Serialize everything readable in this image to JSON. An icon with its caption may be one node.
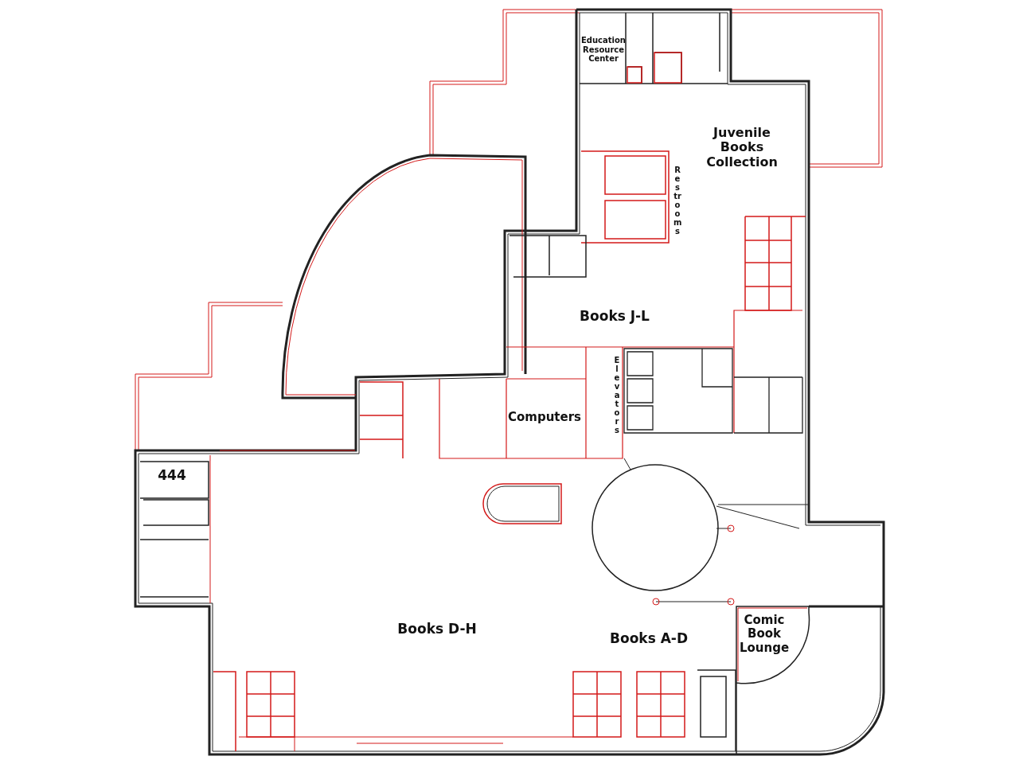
{
  "diagram": {
    "labels": [
      "Education Resource Center",
      "Juvenile Books Collection",
      "Restrooms",
      "Books J-L",
      "Elevators",
      "Computers",
      "444",
      "Books D-H",
      "Books A-D",
      "Comic Book Lounge"
    ]
  }
}
